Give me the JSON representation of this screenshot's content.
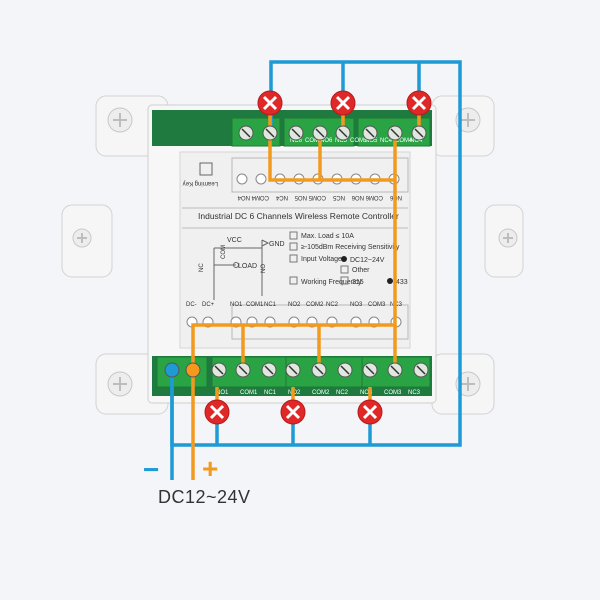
{
  "board": {
    "title": "Industrial DC 6 Channels Wireless Remote Controller",
    "learning_key": "Learning Key",
    "top_label_row": [
      "NC6",
      "COM6",
      "NO6",
      "NC5",
      "COM5",
      "NO5",
      "NC4",
      "COM4",
      "NO4"
    ],
    "bottom_label_row": [
      "DC-",
      "DC+",
      "NO1",
      "COM1",
      "NC1",
      "NO2",
      "COM2",
      "NC2",
      "NO3",
      "COM3",
      "NC3"
    ],
    "top_pcb_text": [
      "NC6",
      "COM6",
      "NO6",
      "NC5",
      "COM5",
      "NO5",
      "NC4",
      "COM4",
      "NO4"
    ],
    "bottom_pcb_text": [
      "NO1",
      "COM1",
      "NC1",
      "NO2",
      "COM2",
      "NC2",
      "NO3",
      "COM3",
      "NC3"
    ]
  },
  "specs": {
    "max_load": "Max. Load ≤ 10A",
    "sensitivity": "≥-105dBm Receiving Sensitivity",
    "input_voltage_label": "Input Voltage",
    "input_voltage_value": "DC12~24V",
    "other": "Other",
    "working_frequency_label": "Working Frequency",
    "freq_315": "315",
    "freq_433": "433"
  },
  "schematic": {
    "vcc": "VCC",
    "gnd": "GND",
    "load": "LOAD",
    "nc": "NC",
    "com": "COM",
    "no": "NO"
  },
  "power": {
    "minus": "−",
    "plus": "+",
    "voltage": "DC12~24V"
  },
  "colors": {
    "wire_orange": "#f39a1e",
    "wire_blue": "#1e9ad6",
    "lamp_red": "#e02828",
    "terminal_green": "#2aa345",
    "enclosure": "#f4f4f4"
  }
}
